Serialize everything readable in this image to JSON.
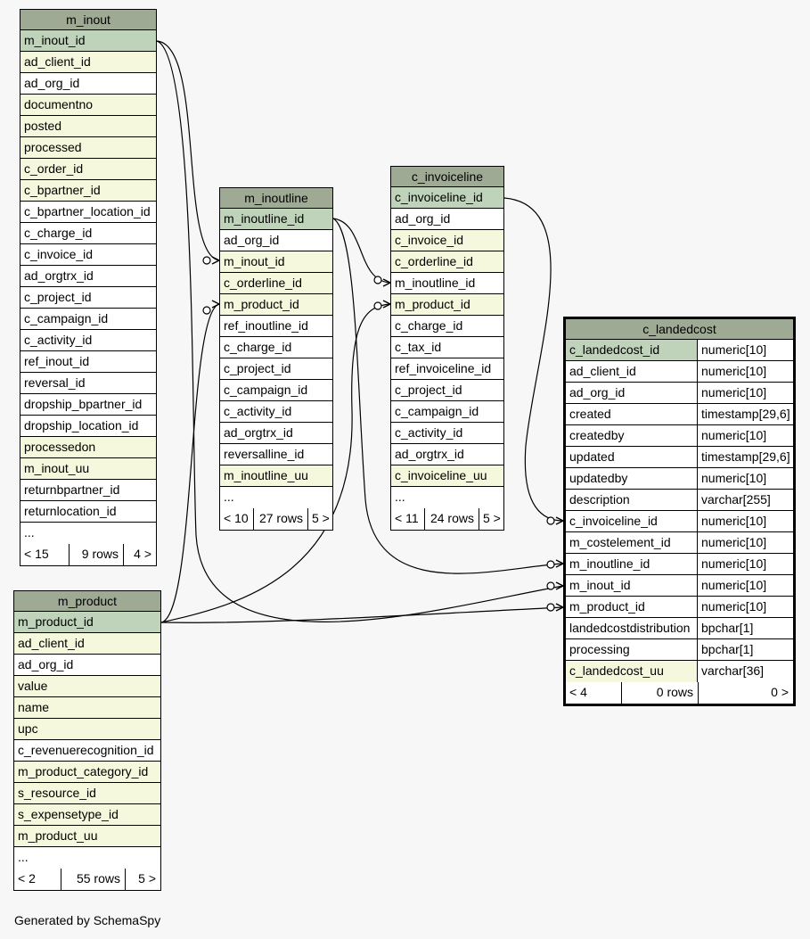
{
  "tables": [
    {
      "name": "m_inout",
      "columns": [
        {
          "name": "m_inout_id",
          "style": "pk"
        },
        {
          "name": "ad_client_id",
          "style": "idx"
        },
        {
          "name": "ad_org_id",
          "style": "plain"
        },
        {
          "name": "documentno",
          "style": "idx"
        },
        {
          "name": "posted",
          "style": "idx"
        },
        {
          "name": "processed",
          "style": "idx"
        },
        {
          "name": "c_order_id",
          "style": "idx"
        },
        {
          "name": "c_bpartner_id",
          "style": "idx"
        },
        {
          "name": "c_bpartner_location_id",
          "style": "plain"
        },
        {
          "name": "c_charge_id",
          "style": "plain"
        },
        {
          "name": "c_invoice_id",
          "style": "plain"
        },
        {
          "name": "ad_orgtrx_id",
          "style": "plain"
        },
        {
          "name": "c_project_id",
          "style": "plain"
        },
        {
          "name": "c_campaign_id",
          "style": "plain"
        },
        {
          "name": "c_activity_id",
          "style": "plain"
        },
        {
          "name": "ref_inout_id",
          "style": "plain"
        },
        {
          "name": "reversal_id",
          "style": "plain"
        },
        {
          "name": "dropship_bpartner_id",
          "style": "plain"
        },
        {
          "name": "dropship_location_id",
          "style": "plain"
        },
        {
          "name": "processedon",
          "style": "idx"
        },
        {
          "name": "m_inout_uu",
          "style": "idx"
        },
        {
          "name": "returnbpartner_id",
          "style": "plain"
        },
        {
          "name": "returnlocation_id",
          "style": "plain"
        },
        {
          "name": "...",
          "style": "plain"
        }
      ],
      "footer": [
        "< 15",
        "9 rows",
        "4 >"
      ]
    },
    {
      "name": "m_inoutline",
      "columns": [
        {
          "name": "m_inoutline_id",
          "style": "pk"
        },
        {
          "name": "ad_org_id",
          "style": "plain"
        },
        {
          "name": "m_inout_id",
          "style": "idx"
        },
        {
          "name": "c_orderline_id",
          "style": "idx"
        },
        {
          "name": "m_product_id",
          "style": "idx"
        },
        {
          "name": "ref_inoutline_id",
          "style": "plain"
        },
        {
          "name": "c_charge_id",
          "style": "plain"
        },
        {
          "name": "c_project_id",
          "style": "plain"
        },
        {
          "name": "c_campaign_id",
          "style": "plain"
        },
        {
          "name": "c_activity_id",
          "style": "plain"
        },
        {
          "name": "ad_orgtrx_id",
          "style": "plain"
        },
        {
          "name": "reversalline_id",
          "style": "plain"
        },
        {
          "name": "m_inoutline_uu",
          "style": "idx"
        },
        {
          "name": "...",
          "style": "plain"
        }
      ],
      "footer": [
        "< 10",
        "27 rows",
        "5 >"
      ]
    },
    {
      "name": "c_invoiceline",
      "columns": [
        {
          "name": "c_invoiceline_id",
          "style": "pk"
        },
        {
          "name": "ad_org_id",
          "style": "plain"
        },
        {
          "name": "c_invoice_id",
          "style": "idx"
        },
        {
          "name": "c_orderline_id",
          "style": "idx"
        },
        {
          "name": "m_inoutline_id",
          "style": "plain"
        },
        {
          "name": "m_product_id",
          "style": "idx"
        },
        {
          "name": "c_charge_id",
          "style": "plain"
        },
        {
          "name": "c_tax_id",
          "style": "plain"
        },
        {
          "name": "ref_invoiceline_id",
          "style": "plain"
        },
        {
          "name": "c_project_id",
          "style": "plain"
        },
        {
          "name": "c_campaign_id",
          "style": "plain"
        },
        {
          "name": "c_activity_id",
          "style": "plain"
        },
        {
          "name": "ad_orgtrx_id",
          "style": "plain"
        },
        {
          "name": "c_invoiceline_uu",
          "style": "idx"
        },
        {
          "name": "...",
          "style": "plain"
        }
      ],
      "footer": [
        "< 11",
        "24 rows",
        "5 >"
      ]
    },
    {
      "name": "m_product",
      "columns": [
        {
          "name": "m_product_id",
          "style": "pk"
        },
        {
          "name": "ad_client_id",
          "style": "idx"
        },
        {
          "name": "ad_org_id",
          "style": "plain"
        },
        {
          "name": "value",
          "style": "idx"
        },
        {
          "name": "name",
          "style": "idx"
        },
        {
          "name": "upc",
          "style": "idx"
        },
        {
          "name": "c_revenuerecognition_id",
          "style": "plain"
        },
        {
          "name": "m_product_category_id",
          "style": "idx"
        },
        {
          "name": "s_resource_id",
          "style": "idx"
        },
        {
          "name": "s_expensetype_id",
          "style": "idx"
        },
        {
          "name": "m_product_uu",
          "style": "idx"
        },
        {
          "name": "...",
          "style": "plain"
        }
      ],
      "footer": [
        "< 2",
        "55 rows",
        "5 >"
      ]
    },
    {
      "name": "c_landedcost",
      "columns": [
        {
          "name": "c_landedcost_id",
          "type": "numeric[10]",
          "style": "pk"
        },
        {
          "name": "ad_client_id",
          "type": "numeric[10]",
          "style": "plain"
        },
        {
          "name": "ad_org_id",
          "type": "numeric[10]",
          "style": "plain"
        },
        {
          "name": "created",
          "type": "timestamp[29,6]",
          "style": "plain"
        },
        {
          "name": "createdby",
          "type": "numeric[10]",
          "style": "plain"
        },
        {
          "name": "updated",
          "type": "timestamp[29,6]",
          "style": "plain"
        },
        {
          "name": "updatedby",
          "type": "numeric[10]",
          "style": "plain"
        },
        {
          "name": "description",
          "type": "varchar[255]",
          "style": "plain"
        },
        {
          "name": "c_invoiceline_id",
          "type": "numeric[10]",
          "style": "plain"
        },
        {
          "name": "m_costelement_id",
          "type": "numeric[10]",
          "style": "plain"
        },
        {
          "name": "m_inoutline_id",
          "type": "numeric[10]",
          "style": "plain"
        },
        {
          "name": "m_inout_id",
          "type": "numeric[10]",
          "style": "plain"
        },
        {
          "name": "m_product_id",
          "type": "numeric[10]",
          "style": "plain"
        },
        {
          "name": "landedcostdistribution",
          "type": "bpchar[1]",
          "style": "plain"
        },
        {
          "name": "processing",
          "type": "bpchar[1]",
          "style": "plain"
        },
        {
          "name": "c_landedcost_uu",
          "type": "varchar[36]",
          "style": "idx"
        }
      ],
      "footer": [
        "< 4",
        "0 rows",
        "0 >"
      ]
    }
  ],
  "footer_text": "Generated by SchemaSpy"
}
